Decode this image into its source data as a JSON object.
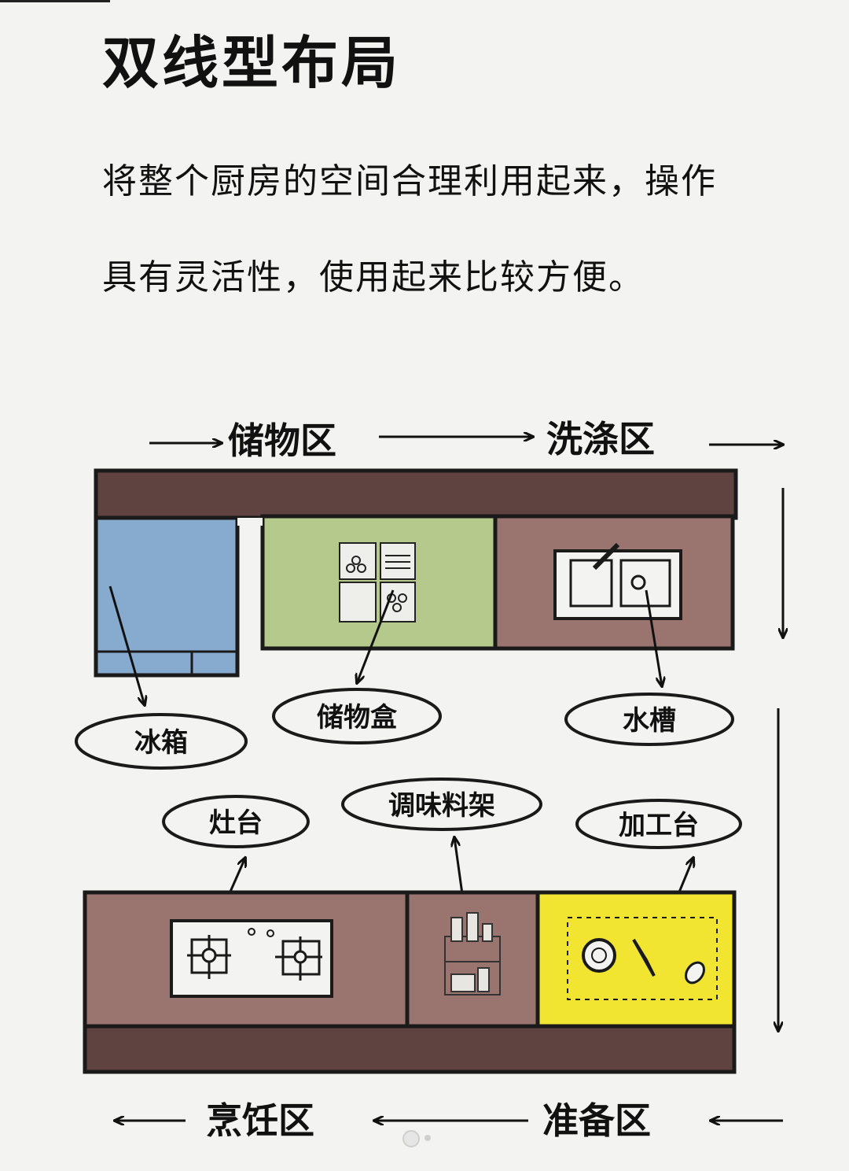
{
  "title": "双线型布局",
  "description": [
    "将整个厨房的空间合理利用起来，操作",
    "具有灵活性，使用起来比较方便。"
  ],
  "diagram": {
    "zones": {
      "storage": "储物区",
      "washing": "洗涤区",
      "cooking": "烹饪区",
      "prep": "准备区"
    },
    "items": {
      "fridge": "冰箱",
      "storage_box": "储物盒",
      "sink": "水槽",
      "stove": "灶台",
      "spice_rack": "调味料架",
      "prep_table": "加工台"
    },
    "colors": {
      "counter_top": "#5e4340",
      "cabinet_brown": "#9a7570",
      "fridge_blue": "#86abcf",
      "storage_green": "#b6c98c",
      "prep_yellow": "#f1e532",
      "outline": "#1a1a1a"
    }
  }
}
